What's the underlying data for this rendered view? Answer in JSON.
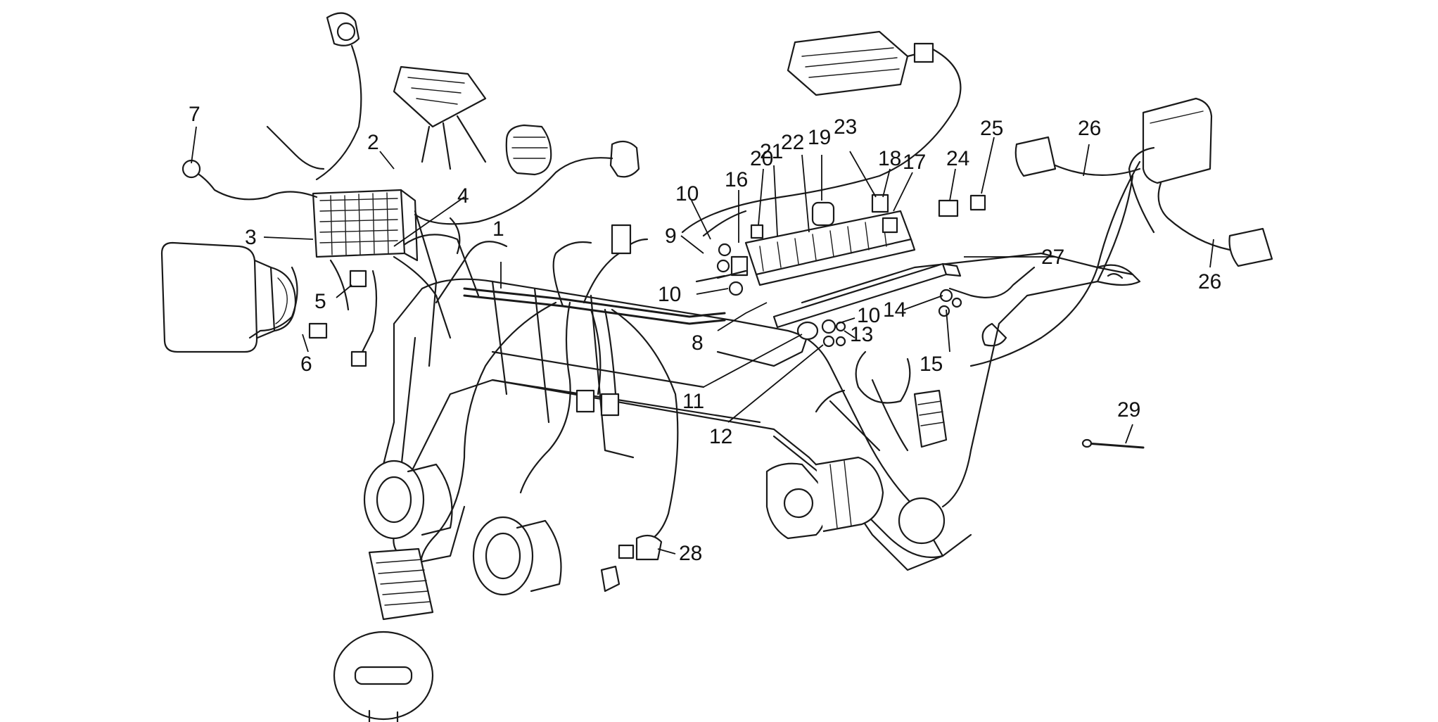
{
  "callouts": [
    {
      "id": "1",
      "text": "1"
    },
    {
      "id": "2",
      "text": "2"
    },
    {
      "id": "3",
      "text": "3"
    },
    {
      "id": "4",
      "text": "4"
    },
    {
      "id": "5",
      "text": "5"
    },
    {
      "id": "6",
      "text": "6"
    },
    {
      "id": "7",
      "text": "7"
    },
    {
      "id": "8",
      "text": "8"
    },
    {
      "id": "9",
      "text": "9"
    },
    {
      "id": "10a",
      "text": "10"
    },
    {
      "id": "10b",
      "text": "10"
    },
    {
      "id": "10c",
      "text": "10"
    },
    {
      "id": "11",
      "text": "11"
    },
    {
      "id": "12",
      "text": "12"
    },
    {
      "id": "13",
      "text": "13"
    },
    {
      "id": "14",
      "text": "14"
    },
    {
      "id": "15",
      "text": "15"
    },
    {
      "id": "16",
      "text": "16"
    },
    {
      "id": "17",
      "text": "17"
    },
    {
      "id": "18",
      "text": "18"
    },
    {
      "id": "19",
      "text": "19"
    },
    {
      "id": "20",
      "text": "20"
    },
    {
      "id": "21",
      "text": "21"
    },
    {
      "id": "22",
      "text": "22"
    },
    {
      "id": "23",
      "text": "23"
    },
    {
      "id": "24",
      "text": "24"
    },
    {
      "id": "25",
      "text": "25"
    },
    {
      "id": "26a",
      "text": "26"
    },
    {
      "id": "26b",
      "text": "26"
    },
    {
      "id": "27",
      "text": "27"
    },
    {
      "id": "28",
      "text": "28"
    },
    {
      "id": "29",
      "text": "29"
    }
  ]
}
